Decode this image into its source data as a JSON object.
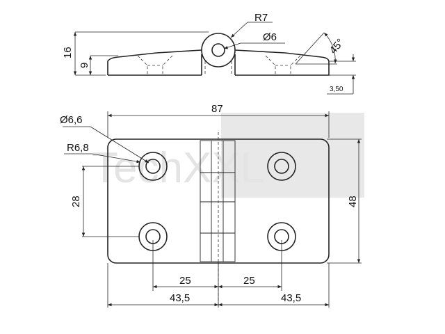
{
  "watermark": {
    "text": "TechXXL"
  },
  "side_view": {
    "dims": {
      "radius_knuckle": "R7",
      "pin_diameter": "Ø6",
      "angle": "45°",
      "height_total": "16",
      "height_leaf": "9",
      "leaf_thickness": "3,50"
    }
  },
  "top_view": {
    "dims": {
      "overall_width": "87",
      "hole_diameter": "Ø6,6",
      "counterbore_radius": "R6,8",
      "hole_spacing_vertical": "28",
      "overall_height": "48",
      "hole_offset_left": "25",
      "hole_offset_right": "25",
      "half_width_left": "43,5",
      "half_width_right": "43,5"
    }
  }
}
